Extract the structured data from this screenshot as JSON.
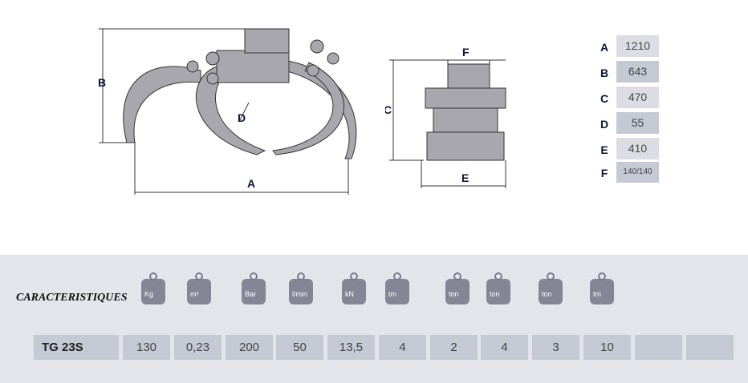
{
  "drawing_labels": {
    "A": "A",
    "B": "B",
    "C": "C",
    "D": "D",
    "E": "E",
    "F": "F"
  },
  "dimensions": [
    {
      "letter": "A",
      "value": "1210"
    },
    {
      "letter": "B",
      "value": "643"
    },
    {
      "letter": "C",
      "value": "470"
    },
    {
      "letter": "D",
      "value": "55"
    },
    {
      "letter": "E",
      "value": "410"
    },
    {
      "letter": "F",
      "value": "140/140"
    }
  ],
  "specs": {
    "title": "CARACTERISTIQUES",
    "icons": [
      {
        "name": "weight-icon",
        "label": "Kg"
      },
      {
        "name": "opening-area-icon",
        "label": "m²"
      },
      {
        "name": "pressure-icon",
        "label": "Bar"
      },
      {
        "name": "flow-icon",
        "label": "l/min"
      },
      {
        "name": "clamping-force-icon",
        "label": "kN"
      },
      {
        "name": "crane-log-icon",
        "label": "tm"
      },
      {
        "name": "hook-load-icon",
        "label": "ton"
      },
      {
        "name": "excavator-grapple-icon",
        "label": "ton"
      },
      {
        "name": "excavator-rotator-icon",
        "label": "ton"
      },
      {
        "name": "crane-bucket-icon",
        "label": "tm"
      }
    ],
    "model": "TG 23S",
    "values": [
      "130",
      "0,23",
      "200",
      "50",
      "13,5",
      "4",
      "2",
      "4",
      "3",
      "10",
      "",
      ""
    ]
  },
  "colors": {
    "icon": "#7a7a8c",
    "band": "#e4e5ea",
    "cell": "#c5c9d4"
  }
}
